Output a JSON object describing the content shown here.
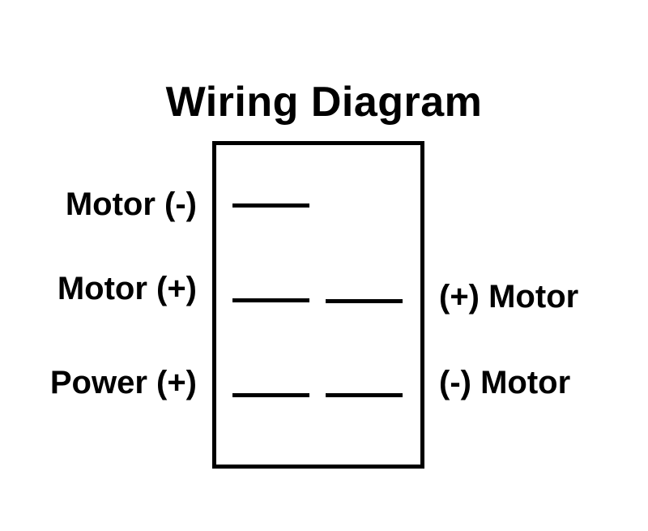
{
  "title": "Wiring Diagram",
  "left_labels": [
    "Motor (-)",
    "Motor (+)",
    "Power (+)"
  ],
  "right_labels": [
    "(+) Motor",
    "(-) Motor"
  ],
  "colors": {
    "ink": "#000000",
    "background": "#ffffff"
  }
}
